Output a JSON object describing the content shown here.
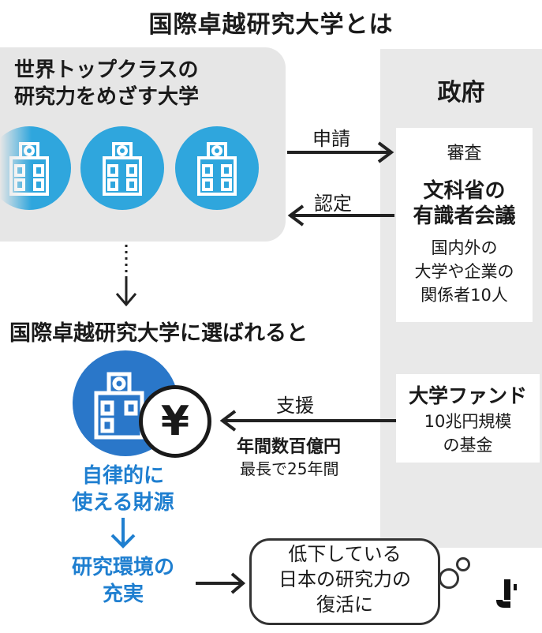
{
  "title": "国際卓越研究大学とは",
  "government": {
    "label": "政府",
    "review": "審査",
    "council_line1": "文科省の",
    "council_line2": "有識者会議",
    "members_line1": "国内外の",
    "members_line2": "大学や企業の",
    "members_line3": "関係者10人",
    "fund_name": "大学ファンド",
    "fund_desc_line1": "10兆円規模",
    "fund_desc_line2": "の基金"
  },
  "universities": {
    "heading_line1": "世界トップクラスの",
    "heading_line2": "研究力をめざす大学"
  },
  "arrows": {
    "apply": "申請",
    "certify": "認定",
    "support": "支援"
  },
  "selected": {
    "heading": "国際卓越研究大学に選ばれると",
    "amount_bold": "年間数百億円",
    "amount_sub": "最長で25年間",
    "funding_line1": "自律的に",
    "funding_line2": "使える財源",
    "environment_line1": "研究環境の",
    "environment_line2": "充実",
    "yen_symbol": "¥"
  },
  "outcome": {
    "line1": "低下している",
    "line2": "日本の研究力の",
    "line3": "復活に"
  },
  "colors": {
    "blue_circle": "#2fa6dd",
    "dark_blue": "#1f7fd0",
    "building_blue": "#2a77c9",
    "panel_gray": "#e9e9e9"
  },
  "icons": [
    "university-building-icon",
    "yen-coin-icon",
    "arrow-right-icon",
    "arrow-left-icon",
    "arrow-down-icon",
    "thought-bubble-icon"
  ]
}
